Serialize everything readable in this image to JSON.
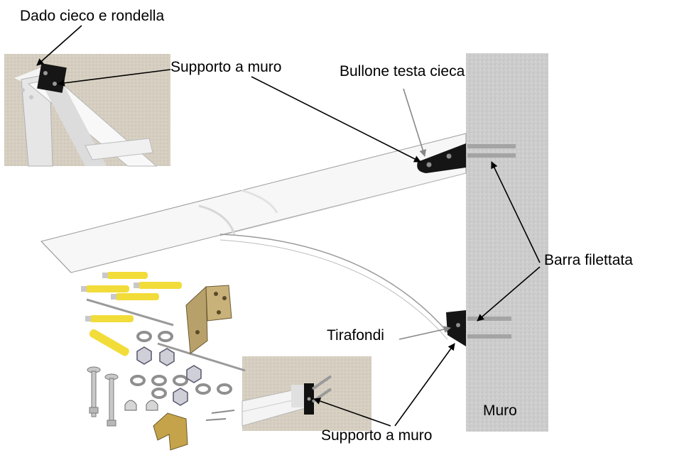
{
  "labels": {
    "dado_cieco": "Dado cieco e rondella",
    "supporto_muro_top": "Supporto a muro",
    "bullone_testa_cieca": "Bullone testa cieca",
    "barra_filettata": "Barra filettata",
    "tirafondi": "Tirafondi",
    "muro": "Muro",
    "supporto_muro_bottom": "Supporto a muro"
  },
  "colors": {
    "wall": "#c9c9c9",
    "bracket": "#111111",
    "anchor_yellow": "#f2dc3a",
    "photo_bg": "#d8d2c6",
    "rod": "#9a9a9a"
  }
}
